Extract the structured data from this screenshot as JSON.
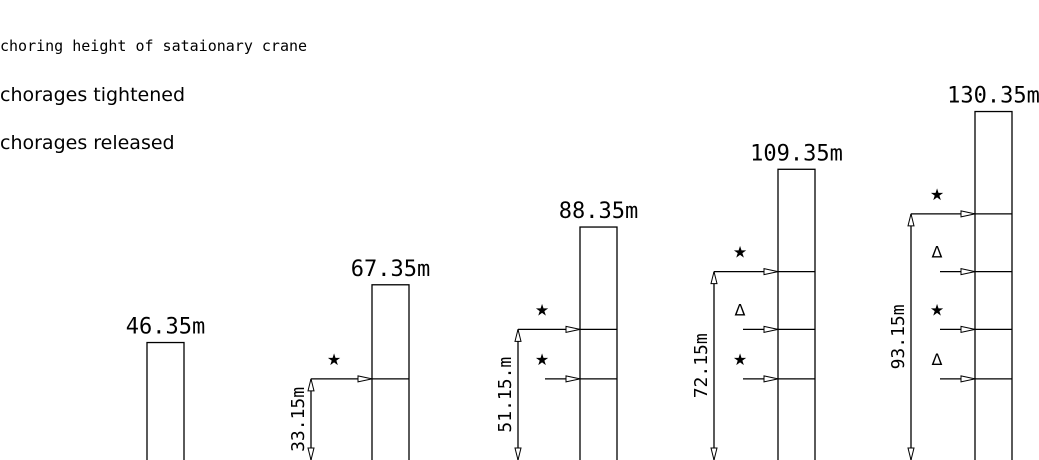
{
  "legend": {
    "line1": "choring height of sataionary crane",
    "line2": "chorages tightened",
    "line3": "chorages released"
  },
  "symbols": {
    "tightened": "★",
    "released": "Δ"
  },
  "towers": [
    {
      "height_label": "46.35m",
      "height_m": 46.35,
      "dim_label": "",
      "anchors": []
    },
    {
      "height_label": "67.35m",
      "height_m": 67.35,
      "dim_label": "33.15m",
      "anchors": [
        {
          "height_m": 33.15,
          "state": "tightened"
        }
      ]
    },
    {
      "height_label": "88.35m",
      "height_m": 88.35,
      "dim_label": "51.15.m",
      "anchors": [
        {
          "height_m": 51.15,
          "state": "tightened"
        },
        {
          "height_m": 33.15,
          "state": "tightened"
        }
      ]
    },
    {
      "height_label": "109.35m",
      "height_m": 109.35,
      "dim_label": "72.15m",
      "anchors": [
        {
          "height_m": 72.15,
          "state": "tightened"
        },
        {
          "height_m": 51.15,
          "state": "released"
        },
        {
          "height_m": 33.15,
          "state": "tightened"
        }
      ]
    },
    {
      "height_label": "130.35m",
      "height_m": 130.35,
      "dim_label": "93.15m",
      "anchors": [
        {
          "height_m": 93.15,
          "state": "tightened"
        },
        {
          "height_m": 72.15,
          "state": "released"
        },
        {
          "height_m": 51.15,
          "state": "tightened"
        },
        {
          "height_m": 33.15,
          "state": "released"
        }
      ]
    }
  ]
}
